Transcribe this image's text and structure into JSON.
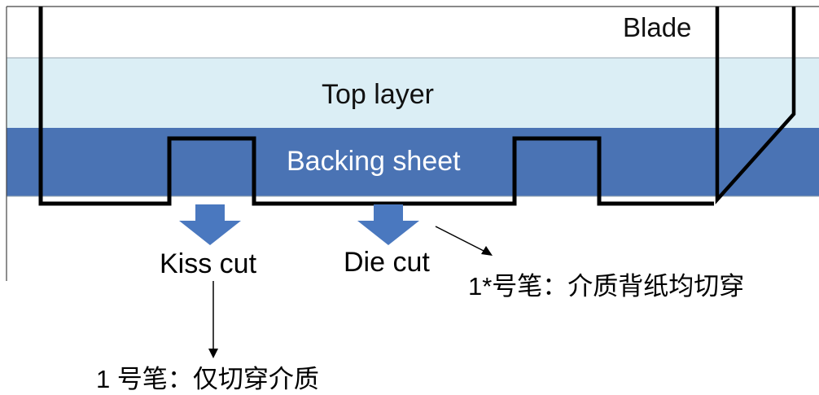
{
  "labels": {
    "blade": "Blade",
    "top_layer": "Top layer",
    "backing_sheet": "Backing sheet",
    "kiss_cut": "Kiss cut",
    "die_cut": "Die cut",
    "note_die": "1*号笔：介质背纸均切穿",
    "note_kiss": "1 号笔：仅切穿介质"
  },
  "colors": {
    "top_layer": "#dbeef5",
    "backing_sheet": "#4a73b4",
    "arrow": "#4a78bf",
    "outline": "#000000"
  }
}
